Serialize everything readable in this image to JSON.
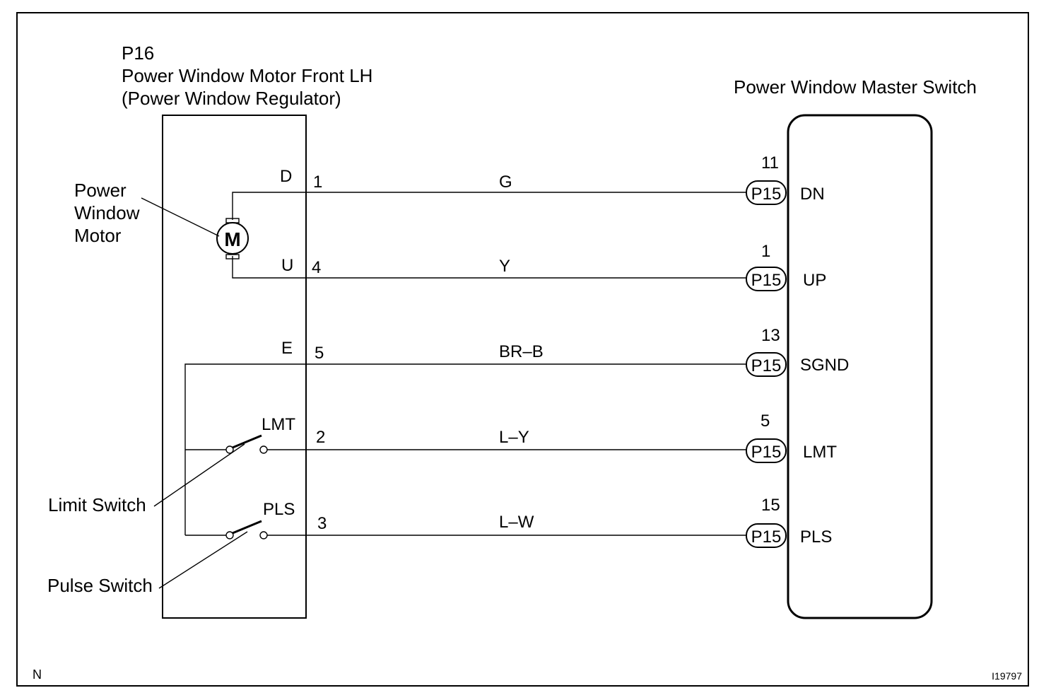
{
  "left_component": {
    "code": "P16",
    "name": "Power Window Motor Front LH",
    "subname": "(Power Window Regulator)"
  },
  "right_component": {
    "name": "Power Window Master Switch"
  },
  "motor": {
    "label_lines": [
      "Power",
      "Window",
      "Motor"
    ],
    "symbol": "M"
  },
  "limit_switch_label": "Limit Switch",
  "pulse_switch_label": "Pulse Switch",
  "wires": [
    {
      "left_terminal": "D",
      "left_pin": "1",
      "color": "G",
      "connector": "P15",
      "right_pin": "11",
      "right_terminal": "DN"
    },
    {
      "left_terminal": "U",
      "left_pin": "4",
      "color": "Y",
      "connector": "P15",
      "right_pin": "1",
      "right_terminal": "UP"
    },
    {
      "left_terminal": "E",
      "left_pin": "5",
      "color": "BR–B",
      "connector": "P15",
      "right_pin": "13",
      "right_terminal": "SGND"
    },
    {
      "left_terminal": "LMT",
      "left_pin": "2",
      "color": "L–Y",
      "connector": "P15",
      "right_pin": "5",
      "right_terminal": "LMT"
    },
    {
      "left_terminal": "PLS",
      "left_pin": "3",
      "color": "L–W",
      "connector": "P15",
      "right_pin": "15",
      "right_terminal": "PLS"
    }
  ],
  "corner_left": "N",
  "corner_right": "I19797"
}
